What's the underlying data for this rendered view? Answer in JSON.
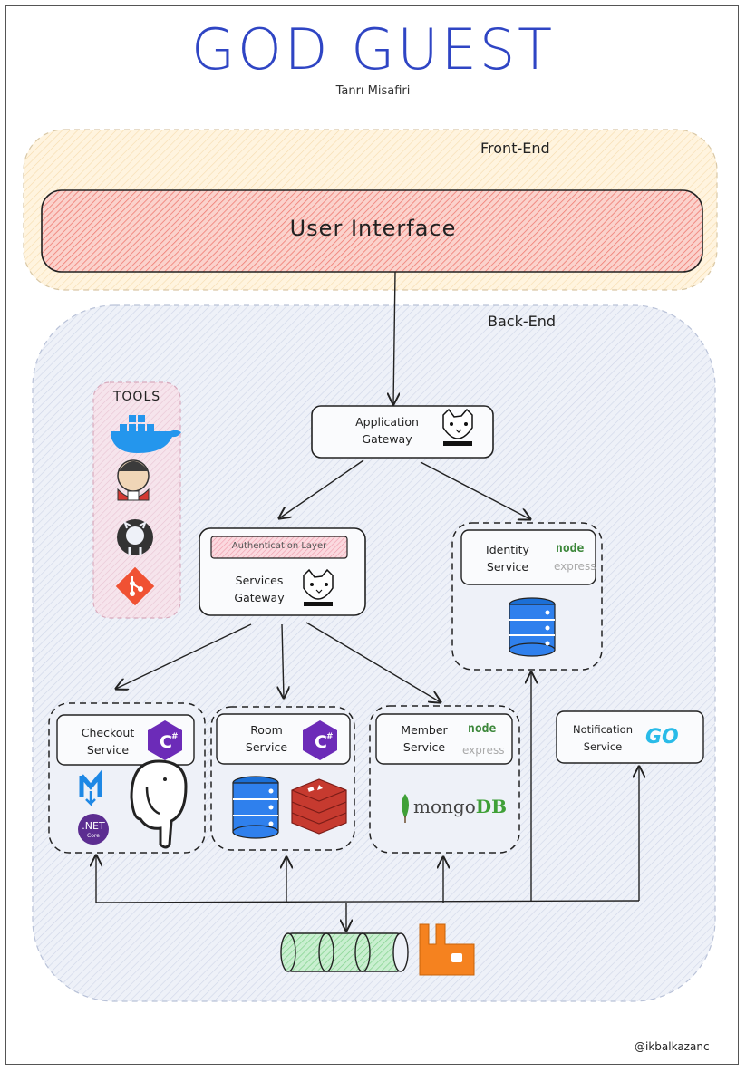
{
  "header": {
    "title": "GOD GUEST",
    "subtitle": "Tanrı Misafiri"
  },
  "zones": {
    "front_end": "Front-End",
    "back_end": "Back-End"
  },
  "user_interface": {
    "label": "User Interface"
  },
  "tools": {
    "label": "TOOLS",
    "icons": [
      "docker-icon",
      "jenkins-icon",
      "github-icon",
      "git-icon"
    ]
  },
  "application_gateway": {
    "label_line1": "Application",
    "label_line2": "Gateway",
    "icon": "ocelot-icon"
  },
  "services_gateway": {
    "auth_layer": "Authentication Layer",
    "label_line1": "Services",
    "label_line2": "Gateway",
    "icon": "ocelot-icon"
  },
  "identity_service": {
    "label_line1": "Identity",
    "label_line2": "Service",
    "tech_node": "node",
    "tech_express": "express"
  },
  "checkout_service": {
    "label_line1": "Checkout",
    "label_line2": "Service",
    "icon": "csharp-icon",
    "dotnet_main": ".NET",
    "dotnet_sub": "Core"
  },
  "room_service": {
    "label_line1": "Room",
    "label_line2": "Service",
    "icon": "csharp-icon"
  },
  "member_service": {
    "label_line1": "Member",
    "label_line2": "Service",
    "tech_node": "node",
    "tech_express": "express",
    "db_prefix": "mongo",
    "db_suffix": "DB"
  },
  "notification_service": {
    "label_line1": "Notification",
    "label_line2": "Service",
    "icon_text": "GO"
  },
  "message_bus": {
    "icons": [
      "queue-icon",
      "rabbitmq-icon"
    ]
  },
  "credit": "@ikbalkazanc",
  "colors": {
    "title": "#2f45c4",
    "front_end_fill": "#fff1d6",
    "ui_hatch": "#f08080",
    "back_end_fill": "#eef1f8",
    "tools_fill": "#f6e4ec",
    "auth_hatch": "#f4a6b3",
    "csharp": "#6c2bb8",
    "db_blue": "#2f80ed",
    "redis": "#c63a2f",
    "node_green": "#3c873a",
    "go_blue": "#29bbe8",
    "rabbit_orange": "#f5821f",
    "queue_green": "#7fd18a"
  }
}
